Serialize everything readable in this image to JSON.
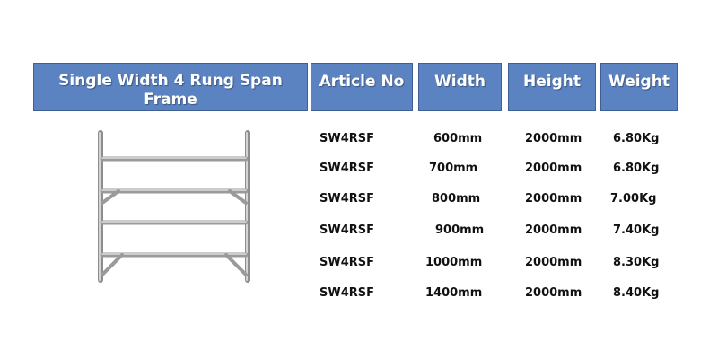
{
  "headers": {
    "product_line1": "Single Width 4 Rung Span",
    "product_line2": "Frame",
    "article": "Article No",
    "width": "Width",
    "height": "Height",
    "weight": "Weight"
  },
  "rows": [
    {
      "article": "SW4RSF",
      "width": "600mm",
      "height": "2000mm",
      "weight": "6.80Kg"
    },
    {
      "article": "SW4RSF",
      "width": "700mm",
      "height": "2000mm",
      "weight": "6.80Kg"
    },
    {
      "article": "SW4RSF",
      "width": "800mm",
      "height": "2000mm",
      "weight": "7.00Kg"
    },
    {
      "article": "SW4RSF",
      "width": "900mm",
      "height": "2000mm",
      "weight": "7.40Kg"
    },
    {
      "article": "SW4RSF",
      "width": "1000mm",
      "height": "2000mm",
      "weight": "8.30Kg"
    },
    {
      "article": "SW4RSF",
      "width": "1400mm",
      "height": "2000mm",
      "weight": "8.40Kg"
    }
  ],
  "colors": {
    "header_fill": "#5b83c2",
    "header_border": "#3e5f93",
    "frame_metal": "#a9a9a9"
  },
  "illustration": {
    "icon": "span-frame-ladder-icon"
  }
}
